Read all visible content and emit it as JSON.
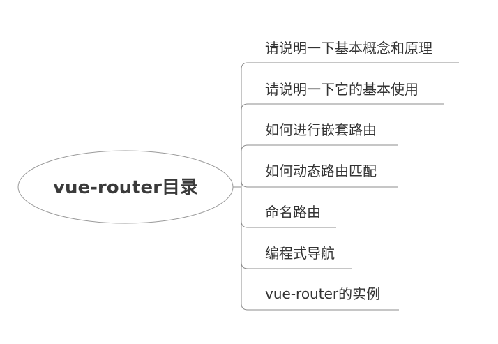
{
  "root": {
    "label": "vue-router目录"
  },
  "branches": [
    {
      "label": "请说明一下基本概念和原理"
    },
    {
      "label": "请说明一下它的基本使用"
    },
    {
      "label": "如何进行嵌套路由"
    },
    {
      "label": "如何动态路由匹配"
    },
    {
      "label": "命名路由"
    },
    {
      "label": "编程式导航"
    },
    {
      "label": "vue-router的实例"
    }
  ],
  "colors": {
    "line": "#8c8c8c",
    "text": "#333333",
    "background": "#ffffff"
  }
}
